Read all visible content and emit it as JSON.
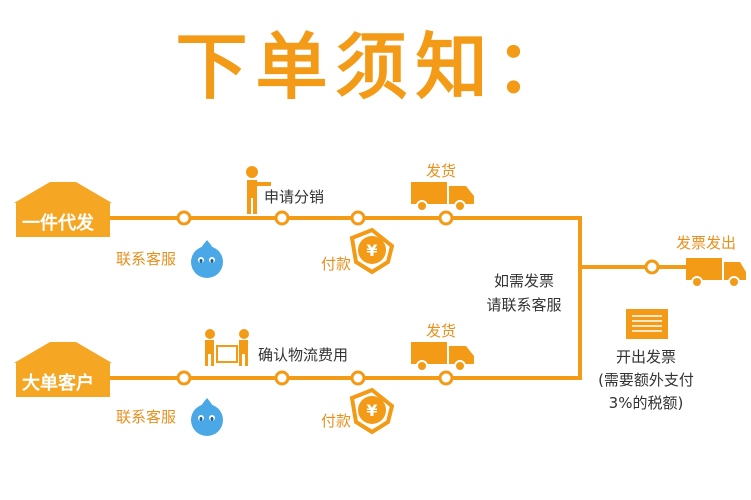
{
  "title": "下单须知：",
  "colors": {
    "accent": "#f39a16",
    "house_fill": "#f5a623",
    "text_orange": "#e8901e",
    "bubble": "#4aa8e6",
    "house_body": "#ffffff"
  },
  "top_route": {
    "start": "一件代发",
    "contact": "联系客服",
    "apply": "申请分销",
    "pay": "付款",
    "ship": "发货"
  },
  "bottom_route": {
    "start": "大单客户",
    "contact": "联系客服",
    "confirm": "确认物流费用",
    "pay": "付款",
    "ship": "发货"
  },
  "invoice_note": [
    "如需发票",
    "请联系客服"
  ],
  "invoice_ship": "发票发出",
  "invoice_issue": [
    "开出发票",
    "(需要额外支付",
    "3%的税额)"
  ],
  "icons": {
    "contact": "qq-bubble-icon",
    "pay": "yuan-pay-icon",
    "ship": "truck-icon",
    "apply": "person-pointing-icon",
    "confirm": "workers-box-icon",
    "invoice": "invoice-doc-icon",
    "house": "house-icon"
  }
}
